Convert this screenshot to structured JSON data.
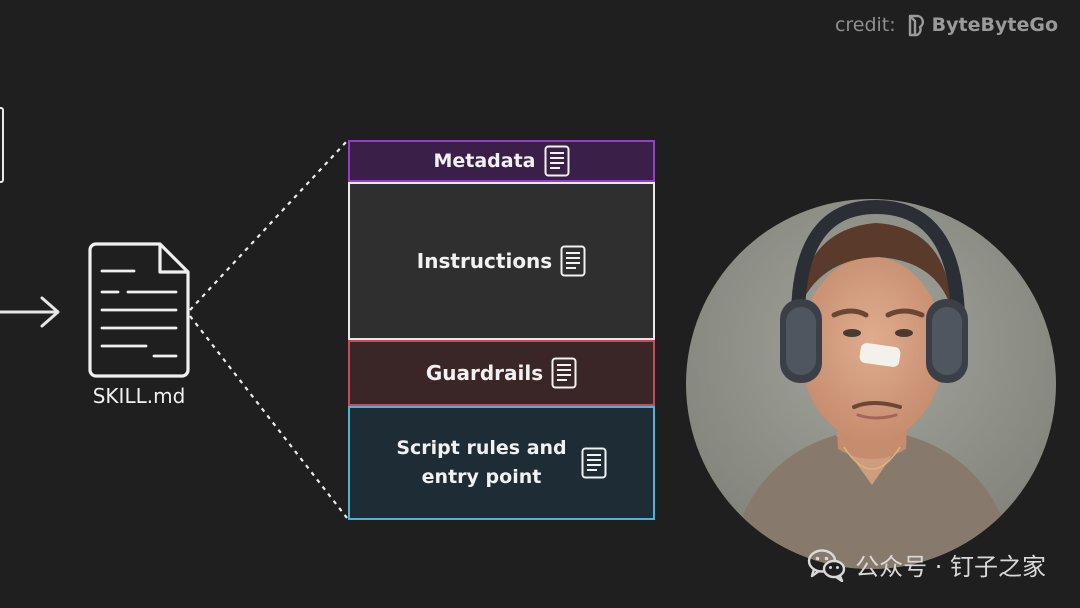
{
  "credit": {
    "prefix": "credit:",
    "brand": "ByteByteGo"
  },
  "file": {
    "label": "SKILL.md",
    "icon": "document-icon"
  },
  "sections": {
    "metadata": "Metadata",
    "instructions": "Instructions",
    "guardrails": "Guardrails",
    "script_line1": "Script rules and",
    "script_line2": "entry point"
  },
  "watermark": {
    "text": "公众号 · 钉子之家",
    "icon": "wechat-icon"
  },
  "colors": {
    "background": "#1f1f1f",
    "metadata_border": "#9b3bc9",
    "instructions_border": "#e8e8e8",
    "guardrails_border": "#c94b57",
    "script_border": "#4fb2d9"
  }
}
